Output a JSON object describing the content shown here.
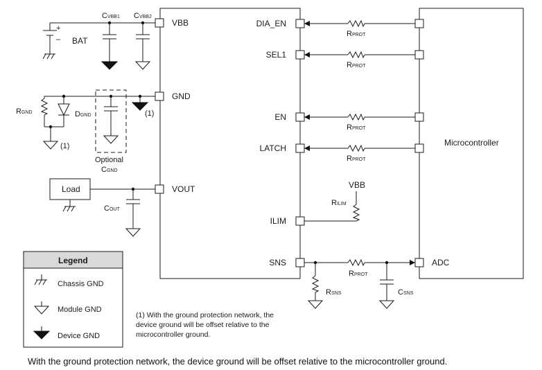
{
  "device": {
    "pins_left": [
      "VBB",
      "GND",
      "VOUT"
    ],
    "pins_right": [
      "DIA_EN",
      "SEL1",
      "EN",
      "LATCH",
      "ILIM",
      "SNS"
    ]
  },
  "mcu": {
    "label": "Microcontroller",
    "adc_pin": "ADC"
  },
  "components": {
    "cvbb1": {
      "main": "C",
      "sub": "VBB1"
    },
    "cvbb2": {
      "main": "C",
      "sub": "VBB2"
    },
    "bat": "BAT",
    "rgnd": {
      "main": "R",
      "sub": "GND"
    },
    "dgnd": {
      "main": "D",
      "sub": "GND"
    },
    "optional": "Optional",
    "cgnd": {
      "main": "C",
      "sub": "GND"
    },
    "load": "Load",
    "cout": {
      "main": "C",
      "sub": "OUT"
    },
    "rprot": {
      "main": "R",
      "sub": "PROT"
    },
    "rilim": {
      "main": "R",
      "sub": "ILIM"
    },
    "vbb_supply": "VBB",
    "rsns": {
      "main": "R",
      "sub": "SNS"
    },
    "csns": {
      "main": "C",
      "sub": "SNS"
    },
    "note_ref": "(1)",
    "bat_plus": "+",
    "bat_minus": "–"
  },
  "legend": {
    "title": "Legend",
    "items": [
      "Chassis GND",
      "Module GND",
      "Device GND"
    ]
  },
  "footnote": "(1) With the ground protection network, the device ground will be offset relative to the microcontroller ground.",
  "caption": "With the ground protection network, the device ground will be offset relative to the microcontroller ground."
}
